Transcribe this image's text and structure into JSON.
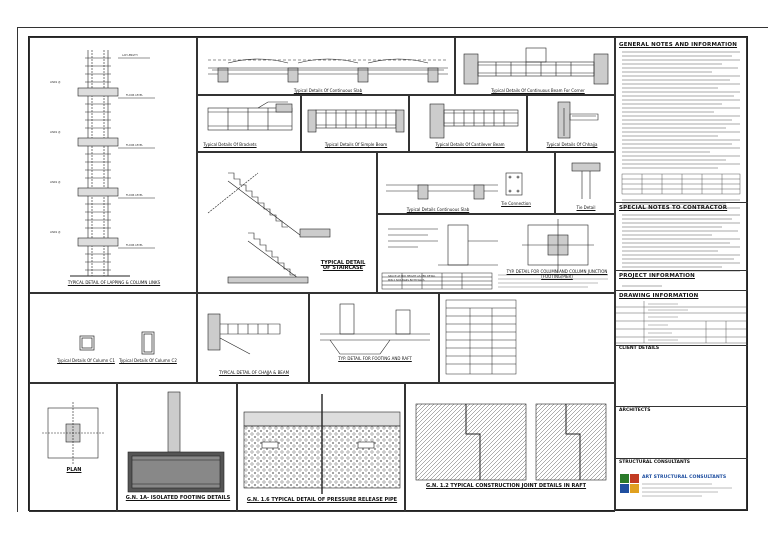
{
  "drawing": {
    "details": {
      "lapping": "TYPICAL DETAIL OF LAPPING & COLUMN LINKS",
      "cont_slab": "Typical Details Of Continuous Slab",
      "cont_beam": "Typical Details Of Continuous Beam For Corner",
      "brackets": "Typical Details Of Brackets",
      "single_beam": "Typical Details Of Simple Beam",
      "cantilever": "Typical Details Of Cantilever Beam",
      "chhajja": "Typical Details Of Chhajja",
      "staircase": "TYPICAL DETAIL OF STAIRCASE",
      "cont_slab2": "Typical Details Continuous Slab",
      "tie_connection": "Tie Connection",
      "tie_detail": "Tie Detail",
      "footing_column": "TYP. DETAIL FOR COLUMN AND COLUMN JUNCTION (FOOTING/PIER)",
      "detail_c1": "Typical Details Of Column C1",
      "detail_c2": "Typical Details Of Column C2",
      "chajja_beam": "TYPICAL DETAIL OF CHAJJA & BEAM",
      "footing_raft": "TYP. DETAIL FOR FOOTING AND RAFT",
      "plan": "PLAN",
      "isolated_footing": "G.N. 1A- ISOLATED FOOTING DETAILS",
      "pressure_pipe": "G.N. 1.6 TYPICAL DETAIL OF PRESSURE RELEASE PIPE",
      "construction_joint": "G.N. 1.2 TYPICAL CONSTRUCTION JOINT DETAILS IN RAFT"
    }
  },
  "title_block": {
    "general_notes": "GENERAL NOTES AND INFORMATION",
    "special_notes": "SPECIAL NOTES TO CONTRACTOR",
    "project_info": "PROJECT INFORMATION",
    "drawing_info": "DRAWING INFORMATION",
    "client_details": "CLIENT DETAILS",
    "architects": "ARCHITECTS",
    "structural_consultants": "STRUCTURAL CONSULTANTS",
    "consultant_name": "ART STRUCTURAL CONSULTANTS"
  }
}
